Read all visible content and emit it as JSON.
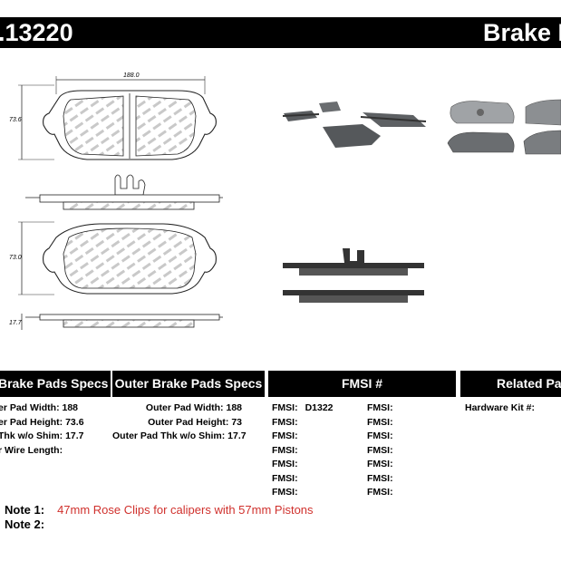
{
  "header": {
    "part_number": ".13220",
    "title": "Brake P"
  },
  "drawing": {
    "inner_width": "188.0",
    "inner_height": "73.6",
    "outer_height": "73.0",
    "thickness": "17.7"
  },
  "sections": {
    "inner_title": "Brake Pads Specs",
    "outer_title": "Outer Brake Pads Specs",
    "fmsi_title": "FMSI #",
    "related_title": "Related Par"
  },
  "inner_specs": [
    "er Pad Width: 188",
    "er Pad Height: 73.6",
    "Thk w/o Shim: 17.7",
    "r Wire Length:"
  ],
  "outer_specs": [
    "Outer Pad Width: 188",
    "Outer Pad Height: 73",
    "Outer Pad Thk w/o Shim: 17.7"
  ],
  "fmsi": {
    "label": "FMSI:",
    "col1_values": [
      "D1322",
      "",
      "",
      "",
      "",
      "",
      ""
    ],
    "col2_values": [
      "",
      "",
      "",
      "",
      "",
      "",
      ""
    ]
  },
  "related": {
    "hardware_kit": "Hardware Kit #:"
  },
  "notes": {
    "note1_label": "Note 1:",
    "note1_text": "47mm Rose Clips for calipers with 57mm Pistons",
    "note2_label": "Note 2:"
  },
  "colors": {
    "header_bg": "#000000",
    "note_text": "#d0312d",
    "pad_material": "#5a5d60"
  }
}
